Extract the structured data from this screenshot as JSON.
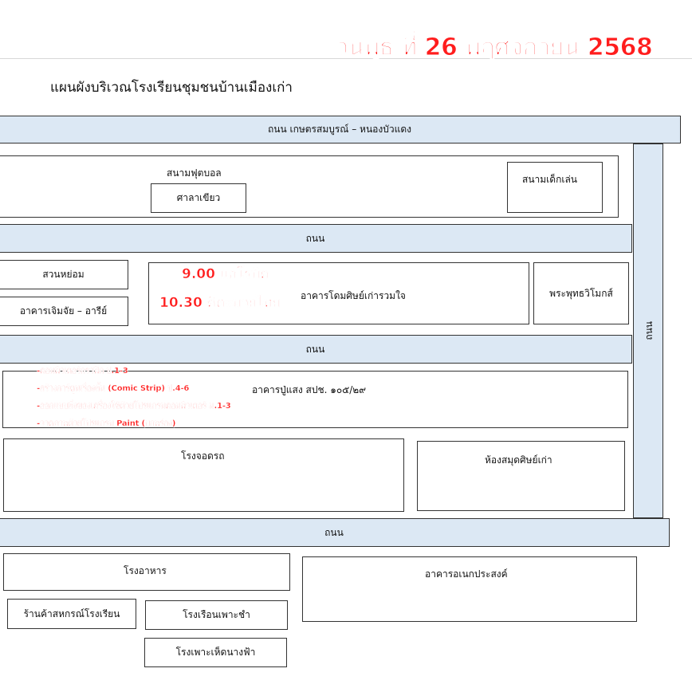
{
  "date_text": "วันพุธ ที่ 26 พฤศจิกายน 2568",
  "title": "แผนผังบริเวณโรงเรียนชุมชนบ้านเมืองเก่า",
  "roads": {
    "top": "ถนน เกษตรสมบูรณ์ – หนองบัวแดง",
    "road1": "ถนน",
    "road2": "ถนน",
    "road3": "ถนน",
    "right": "ถนน"
  },
  "areas": {
    "football_field": "สนามฟุตบอล",
    "green_pavilion": "ศาลาเขียว",
    "playground": "สนามเด็กเล่น",
    "garden": "สวนหย่อม",
    "building_chemchai": "อาคารเจิมจัย – อารีย์",
    "alumni_building": "อาคารโดมศิษย์เก่ารวมใจ",
    "buddha_image": "พระพุทธวิโมกส์",
    "puplang_building": "อาคารปู่แสง สปช. ๑๐๕/๒๙",
    "garage": "โรงจอดรถ",
    "alumni_library": "ห้องสมุดศิษย์เก่า",
    "canteen": "โรงอาหาร",
    "multipurpose": "อาคารอเนกประสงค์",
    "coop_store": "ร้านค้าสหกรณ์โรงเรียน",
    "nursery": "โรงเรือนเพาะชำ",
    "mushroom_house": "โรงเพาะเห็ดนางฟ้า"
  },
  "annotations": {
    "aerobic": "9.00 แอโรบิค",
    "muaythai": "10.30 คีตะมวยไทย",
    "activities": [
      "-คอมพิวเตอร์กราฟิก ป.1-3",
      "-สร้างการ์ตูนเรื่องสั้น (Comic Strip) ป.4-6",
      "-ออกแบบสิ่งของเครื่องใช้ด้วยโปรแกรมคอมพิวเตอร์ ม.1-3",
      "-วาดภาพด้วยโปรแกรม Paint (บกพร่อง)"
    ]
  },
  "colors": {
    "road_fill": "#dce8f4",
    "annotation_red": "#ff1d1d"
  }
}
